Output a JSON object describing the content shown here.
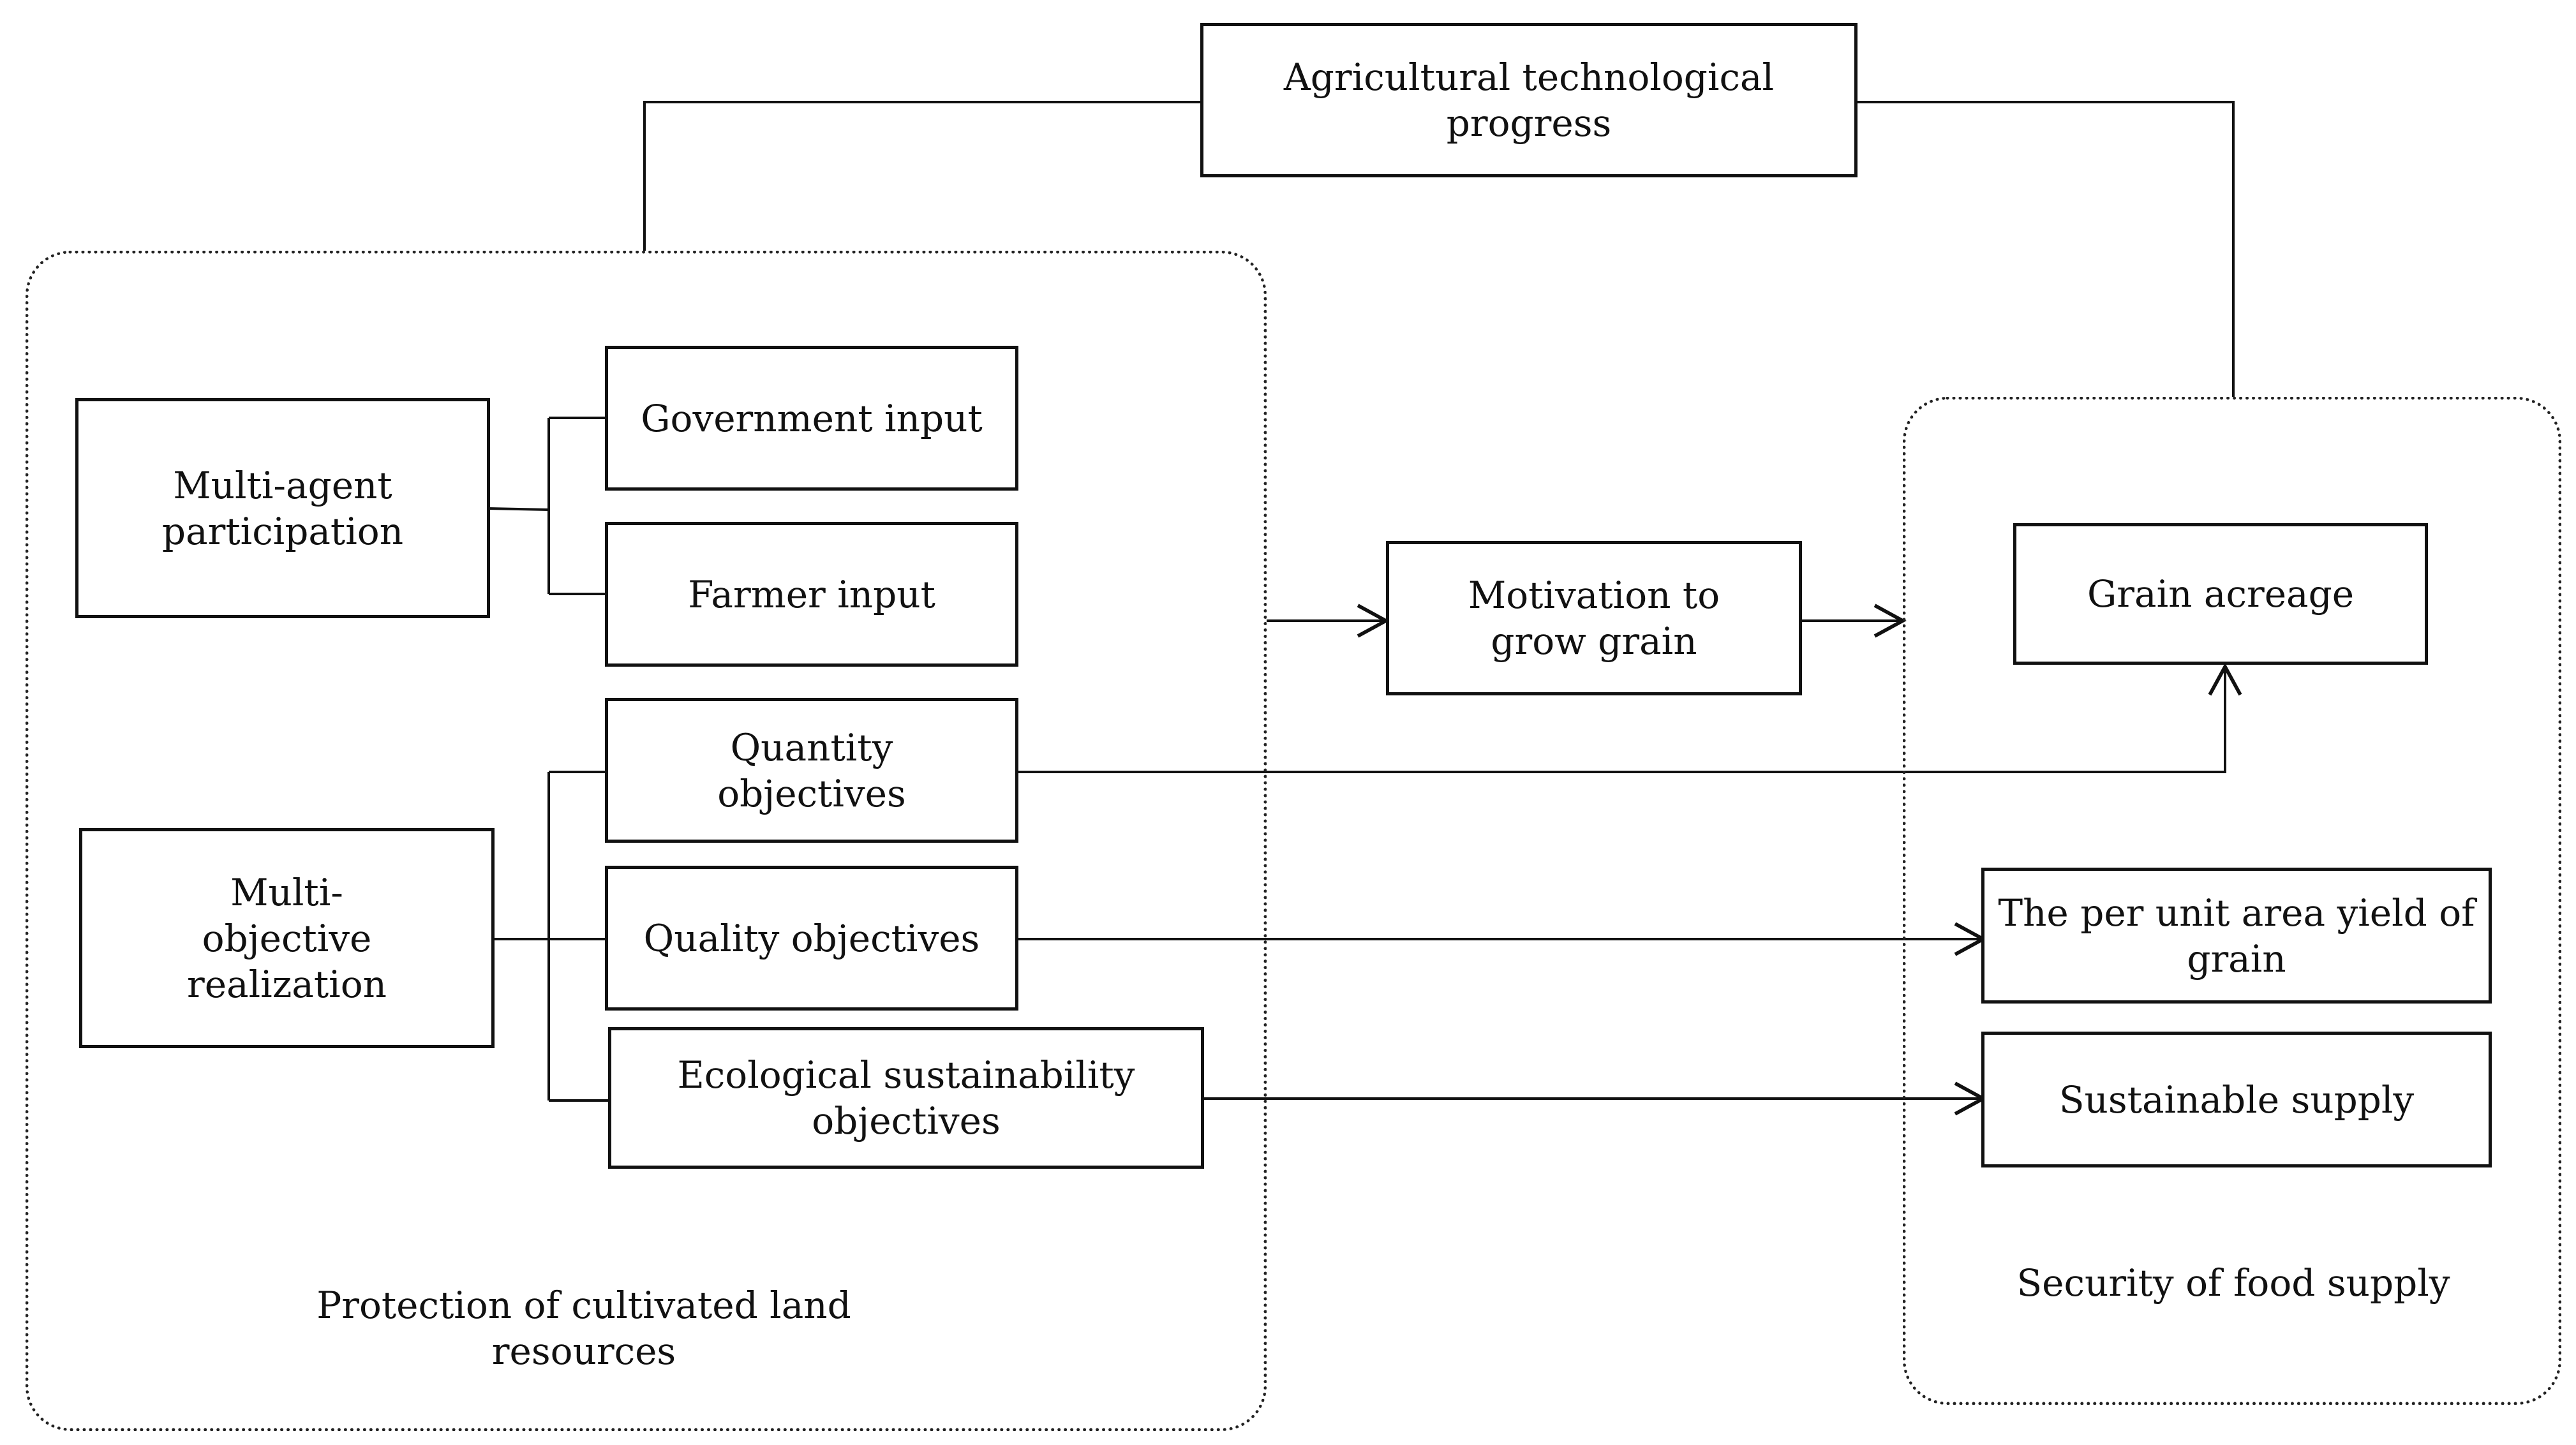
{
  "diagram": {
    "top_node": "Agricultural technological progress",
    "groups": {
      "land_protection": "Protection of cultivated land resources",
      "food_security": "Security of food supply"
    },
    "nodes": {
      "multi_agent": "Multi-agent participation",
      "government_input": "Government input",
      "farmer_input": "Farmer input",
      "multi_objective": "Multi-objective realization",
      "quantity": "Quantity objectives",
      "quality": "Quality objectives",
      "ecological": "Ecological sustainability objectives",
      "motivation": "Motivation to grow grain",
      "grain_acreage": "Grain acreage",
      "per_unit_yield": "The per unit area yield of grain",
      "sustainable_supply": "Sustainable supply"
    },
    "colors": {
      "line": "#111111",
      "background": "#ffffff"
    }
  }
}
